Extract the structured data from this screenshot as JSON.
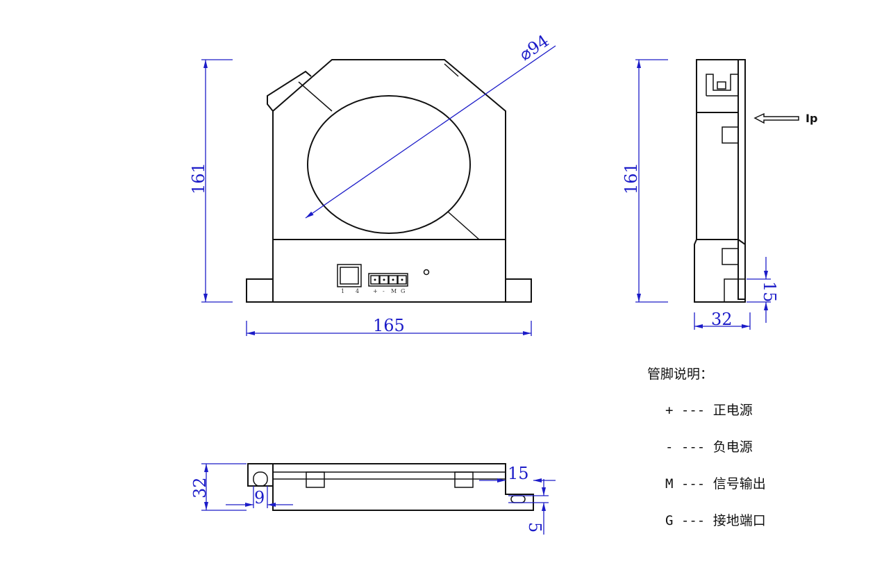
{
  "dimensions": {
    "front_height": "161",
    "front_width": "165",
    "aperture_diameter": "⌀94",
    "side_height": "161",
    "side_depth": "32",
    "side_foot_height": "15",
    "bottom_depth": "32",
    "bottom_hole_offset": "9",
    "bottom_slot_width": "15",
    "bottom_slot_height": "5"
  },
  "connector_labels": {
    "left": [
      "1",
      "4"
    ],
    "right": [
      "+",
      "-",
      "M",
      "G"
    ]
  },
  "current_label": "Ip",
  "legend": {
    "title": "管脚说明：",
    "items": [
      {
        "pin": "+",
        "sep": "---",
        "desc": "正电源"
      },
      {
        "pin": "-",
        "sep": "---",
        "desc": "负电源"
      },
      {
        "pin": "M",
        "sep": "---",
        "desc": "信号输出"
      },
      {
        "pin": "G",
        "sep": "---",
        "desc": "接地端口"
      }
    ]
  },
  "colors": {
    "dimension": "#1c1cc8",
    "outline": "#111111"
  }
}
